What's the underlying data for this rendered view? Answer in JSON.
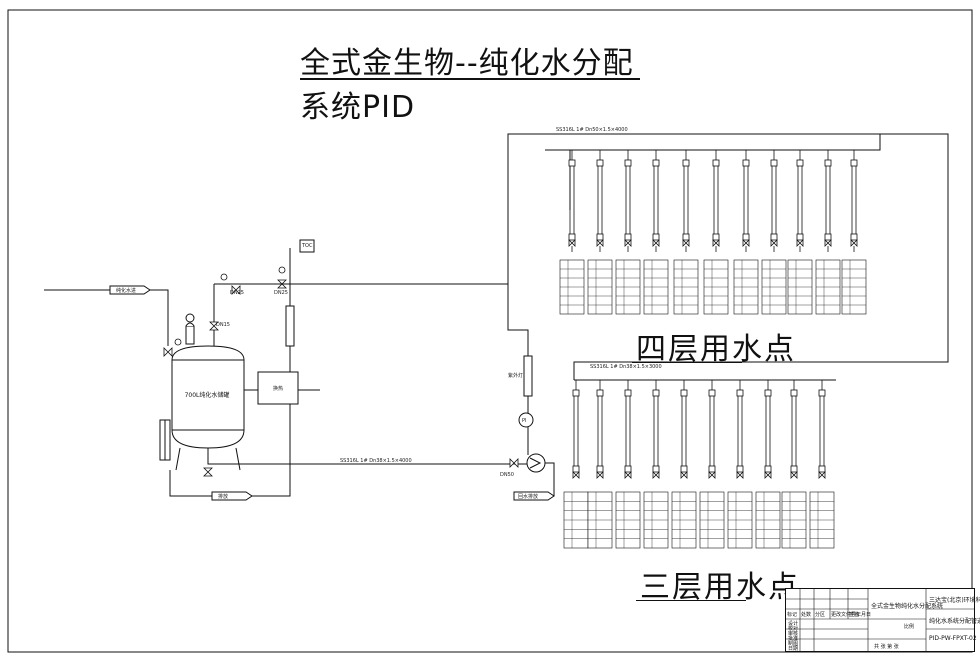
{
  "title": "全式金生物--纯化水分配系统PID",
  "zones": {
    "floor4": "四层用水点",
    "floor3": "三层用水点"
  },
  "tank": {
    "label": "700L纯化水储罐"
  },
  "instruments": {
    "pi": "PI",
    "pump_valve": "DN50",
    "tank_valve_1": "DN15",
    "tank_valve_2": "DN25",
    "return_valve": "DN25",
    "uv_label": "紫外灯",
    "hx_label": "换热",
    "toc_label": "TOC"
  },
  "pipes": {
    "inlet": "纯化水进",
    "outlet": "回水排放",
    "to_drain": "排放",
    "main_spec": "SS316L 1#  Dn50×1.5×4000",
    "return_spec": "SS316L 1#  Dn38×1.5×4000",
    "floor3_spec": "SS316L 1#  Dn38×1.5×3000"
  },
  "title_block": {
    "company": "三达宝(北京)环境科技有限公司",
    "project": "全式金生物纯化水分配系统",
    "drawing_title": "纯化水系统分配管道图",
    "drawing_no": "PID-PW-FPXT-02",
    "rows": [
      "设计",
      "校对",
      "审核",
      "批准",
      "制图",
      "日期"
    ],
    "cols": [
      "标记",
      "处数",
      "分区",
      "更改文件号",
      "签名",
      "年月日"
    ],
    "scale_lbl": "比例",
    "sheet_lbl": "共 张 第 张"
  }
}
